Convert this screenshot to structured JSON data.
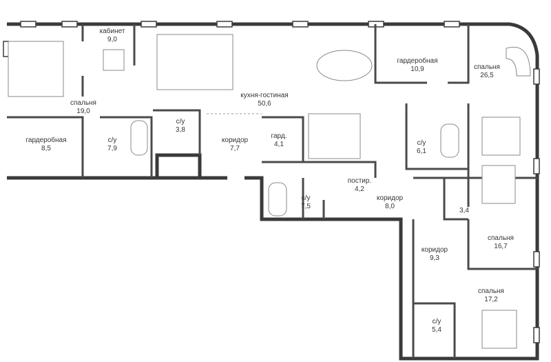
{
  "rooms": [
    {
      "name": "кабинет",
      "area": "9,0"
    },
    {
      "name": "спальня",
      "area": "19,0"
    },
    {
      "name": "гардеробная",
      "area": "8,5"
    },
    {
      "name": "с/у",
      "area": "7,9"
    },
    {
      "name": "с/у",
      "area": "3,8"
    },
    {
      "name": "коридор",
      "area": "7,7"
    },
    {
      "name": "кухня-гостиная",
      "area": "50,6"
    },
    {
      "name": "гард.",
      "area": "4,1"
    },
    {
      "name": "гардеробная",
      "area": "10,9"
    },
    {
      "name": "спальня",
      "area": "26,5"
    },
    {
      "name": "с/у",
      "area": "6,1"
    },
    {
      "name": "постир.",
      "area": "4,2"
    },
    {
      "name": "с/у",
      "area": "7,5"
    },
    {
      "name": "коридор",
      "area": "8,0"
    },
    {
      "name": "",
      "area": "3,4"
    },
    {
      "name": "спальня",
      "area": "16,7"
    },
    {
      "name": "коридор",
      "area": "9,3"
    },
    {
      "name": "спальня",
      "area": "17,2"
    },
    {
      "name": "с/у",
      "area": "5,4"
    }
  ]
}
